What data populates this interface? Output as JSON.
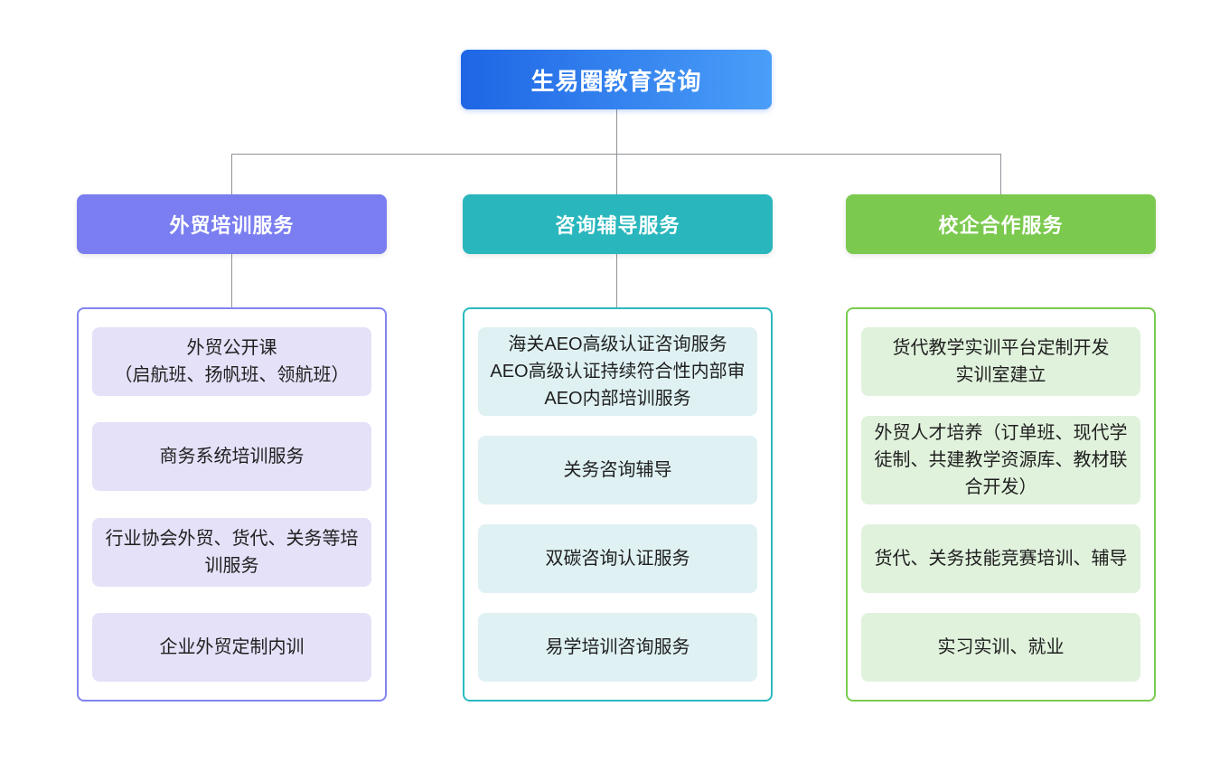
{
  "diagram": {
    "type": "org-chart",
    "root": {
      "label": "生易圈教育咨询"
    },
    "branches": [
      {
        "label": "外贸培训服务",
        "accent_color": "#7A7EF0",
        "item_bg_color": "#E4E1F8",
        "items": [
          {
            "text": "外贸公开课\n（启航班、扬帆班、领航班）"
          },
          {
            "text": "商务系统培训服务"
          },
          {
            "text": "行业协会外贸、货代、关务等培训服务"
          },
          {
            "text": "企业外贸定制内训"
          }
        ]
      },
      {
        "label": "咨询辅导服务",
        "accent_color": "#29B7BD",
        "item_bg_color": "#DFF1F3",
        "items": [
          {
            "text": "海关AEO高级认证咨询服务\nAEO高级认证持续符合性内部审\nAEO内部培训服务"
          },
          {
            "text": "关务咨询辅导"
          },
          {
            "text": "双碳咨询认证服务"
          },
          {
            "text": "易学培训咨询服务"
          }
        ]
      },
      {
        "label": "校企合作服务",
        "accent_color": "#7BC94E",
        "item_bg_color": "#E0F2DC",
        "items": [
          {
            "text": "货代教学实训平台定制开发\n实训室建立"
          },
          {
            "text": "外贸人才培养（订单班、现代学徒制、共建教学资源库、教材联合开发）"
          },
          {
            "text": "货代、关务技能竞赛培训、辅导"
          },
          {
            "text": "实习实训、就业"
          }
        ]
      }
    ],
    "colors": {
      "root_gradient_start": "#1E66E5",
      "root_gradient_end": "#4A9EF8",
      "connector_line": "#8F9399",
      "background": "#FFFFFF"
    }
  }
}
